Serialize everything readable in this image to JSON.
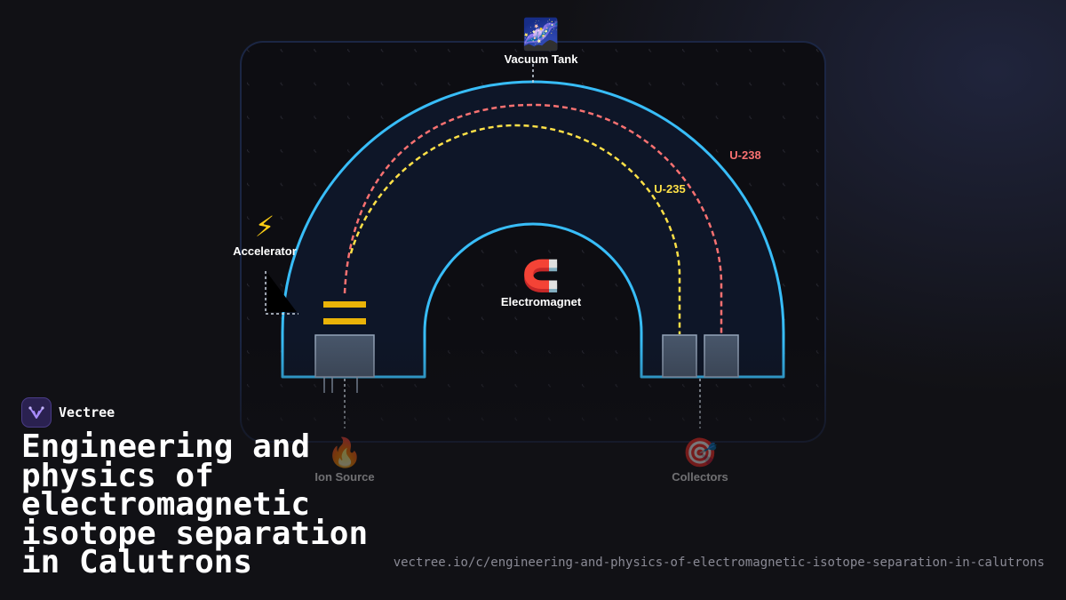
{
  "brand": {
    "name": "Vectree"
  },
  "page": {
    "title": "Engineering and physics of electromagnetic isotope separation in Calutrons",
    "url": "vectree.io/c/engineering-and-physics-of-electromagnetic-isotope-separation-in-calutrons"
  },
  "diagram": {
    "labels": {
      "vacuum_tank": "Vacuum Tank",
      "accelerator": "Accelerator",
      "electromagnet": "Electromagnet",
      "ion_source": "Ion Source",
      "collectors": "Collectors",
      "u238": "U-238",
      "u235": "U-235"
    },
    "icons": {
      "vacuum_tank": "🌌",
      "accelerator": "⚡",
      "electromagnet": "🧲",
      "ion_source": "🔥",
      "collectors": "🎯"
    },
    "colors": {
      "chamber_outline": "#38bdf8",
      "chamber_fill": "#0e1628",
      "u238_path": "#f87171",
      "u235_path": "#fde047",
      "electrodes": "#eab308",
      "blocks": "#475569"
    }
  }
}
